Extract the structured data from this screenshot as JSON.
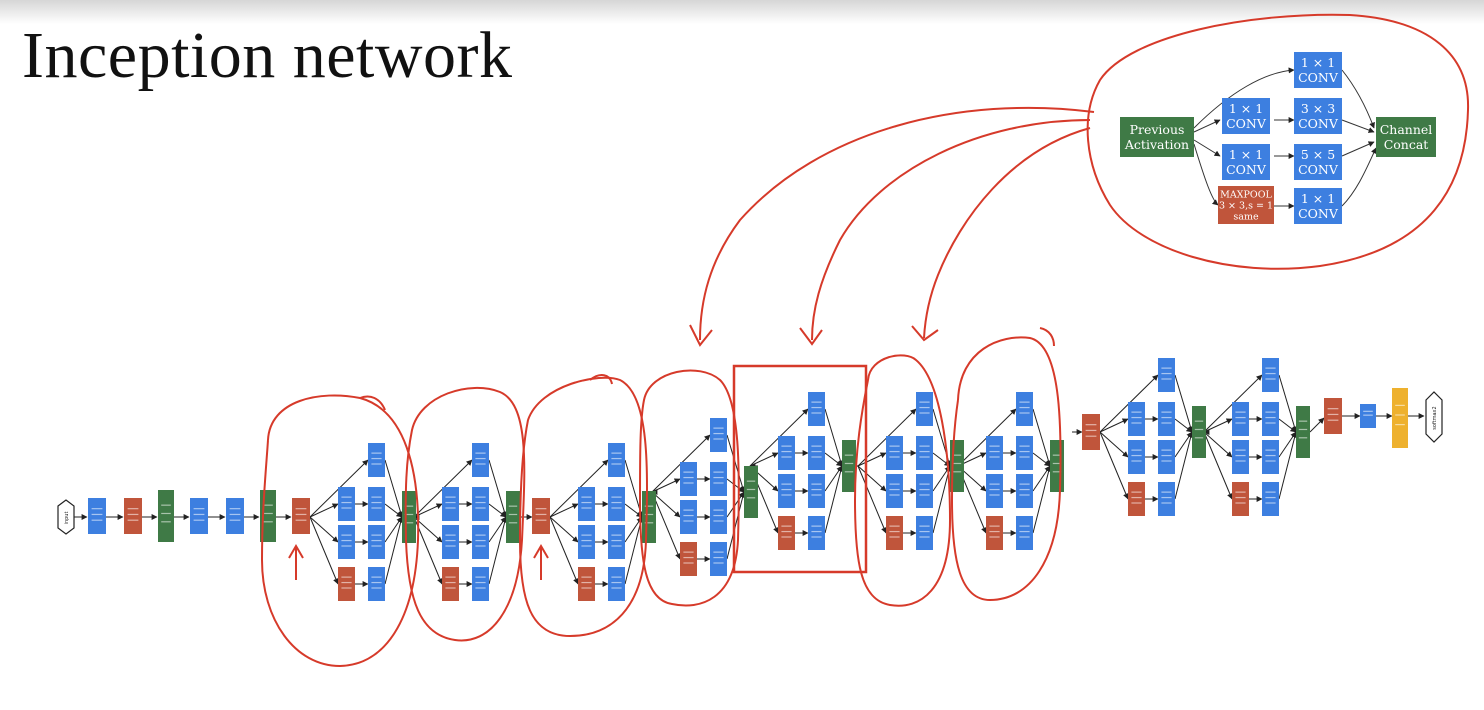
{
  "title": "Inception network",
  "module": {
    "previous_activation": [
      "Previous",
      "Activation"
    ],
    "conv1x1": [
      "1 × 1",
      "CONV"
    ],
    "conv3x3": [
      "3 × 3",
      "CONV"
    ],
    "conv5x5": [
      "5 × 5",
      "CONV"
    ],
    "maxpool": [
      "MAXPOOL",
      "3 × 3,s = 1",
      "same"
    ],
    "concat": [
      "Channel",
      "Concat"
    ]
  },
  "network": {
    "input_label": "input",
    "output_label": "softmax2"
  },
  "colors": {
    "conv": "#3d7fe0",
    "pool": "#c0553b",
    "concat": "#3f7a46",
    "softmax": "#eeb12e",
    "annotation": "#d63a2a"
  }
}
